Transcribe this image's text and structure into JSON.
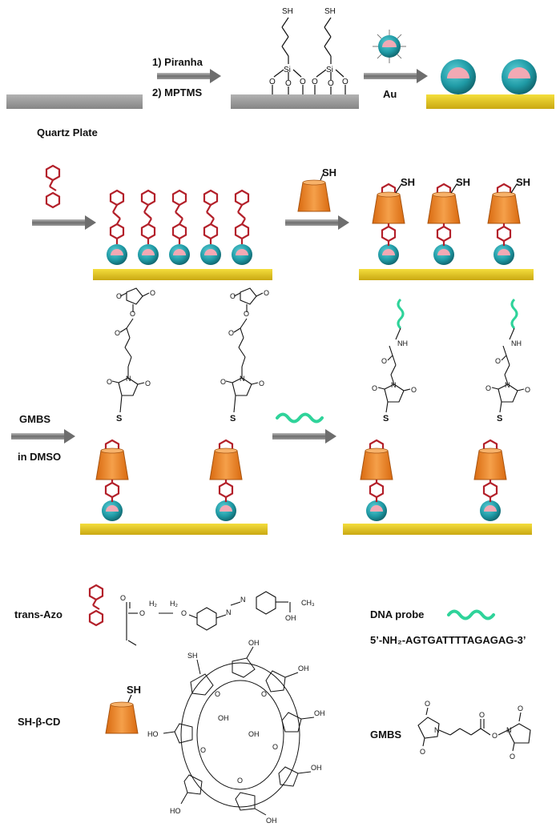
{
  "colors": {
    "gold": "#e8c81a",
    "gold_edge": "#b89a10",
    "teal": "#1f9aa5",
    "pink": "#f2a9b4",
    "azo_red": "#b3202a",
    "cd_orange": "#f08a24",
    "dna_green": "#2fd39a",
    "arrow_gray": "#7a7a7a",
    "quartz_gray": "#9a9a9a"
  },
  "row1": {
    "step1": "1) Piranha",
    "step2": "2) MPTMS",
    "au": "Au",
    "quartz": "Quartz Plate",
    "sh": "SH",
    "si": "Si",
    "o": "O"
  },
  "row2": {
    "sh": "SH"
  },
  "row3": {
    "gmbs": "GMBS",
    "solvent": "in DMSO",
    "s": "S",
    "n": "N",
    "o": "O",
    "nh": "NH"
  },
  "legend": {
    "azo_name": "trans-Azo",
    "dna_name": "DNA probe",
    "dna_seq": "5’-NH₂-AGTGATTTTAGAGAG-3’",
    "cd_name": "SH-β-CD",
    "gmbs_name": "GMBS",
    "cd_sh": "SH",
    "azo_chain_a": "O",
    "azo_chain_b": "H₂",
    "azo_ch3": "CH₃",
    "azo_oh": "OH",
    "azo_n": "N",
    "cd_oh": "OH",
    "cd_ho": "HO",
    "cd_o": "O",
    "cd_sh2": "SH"
  }
}
